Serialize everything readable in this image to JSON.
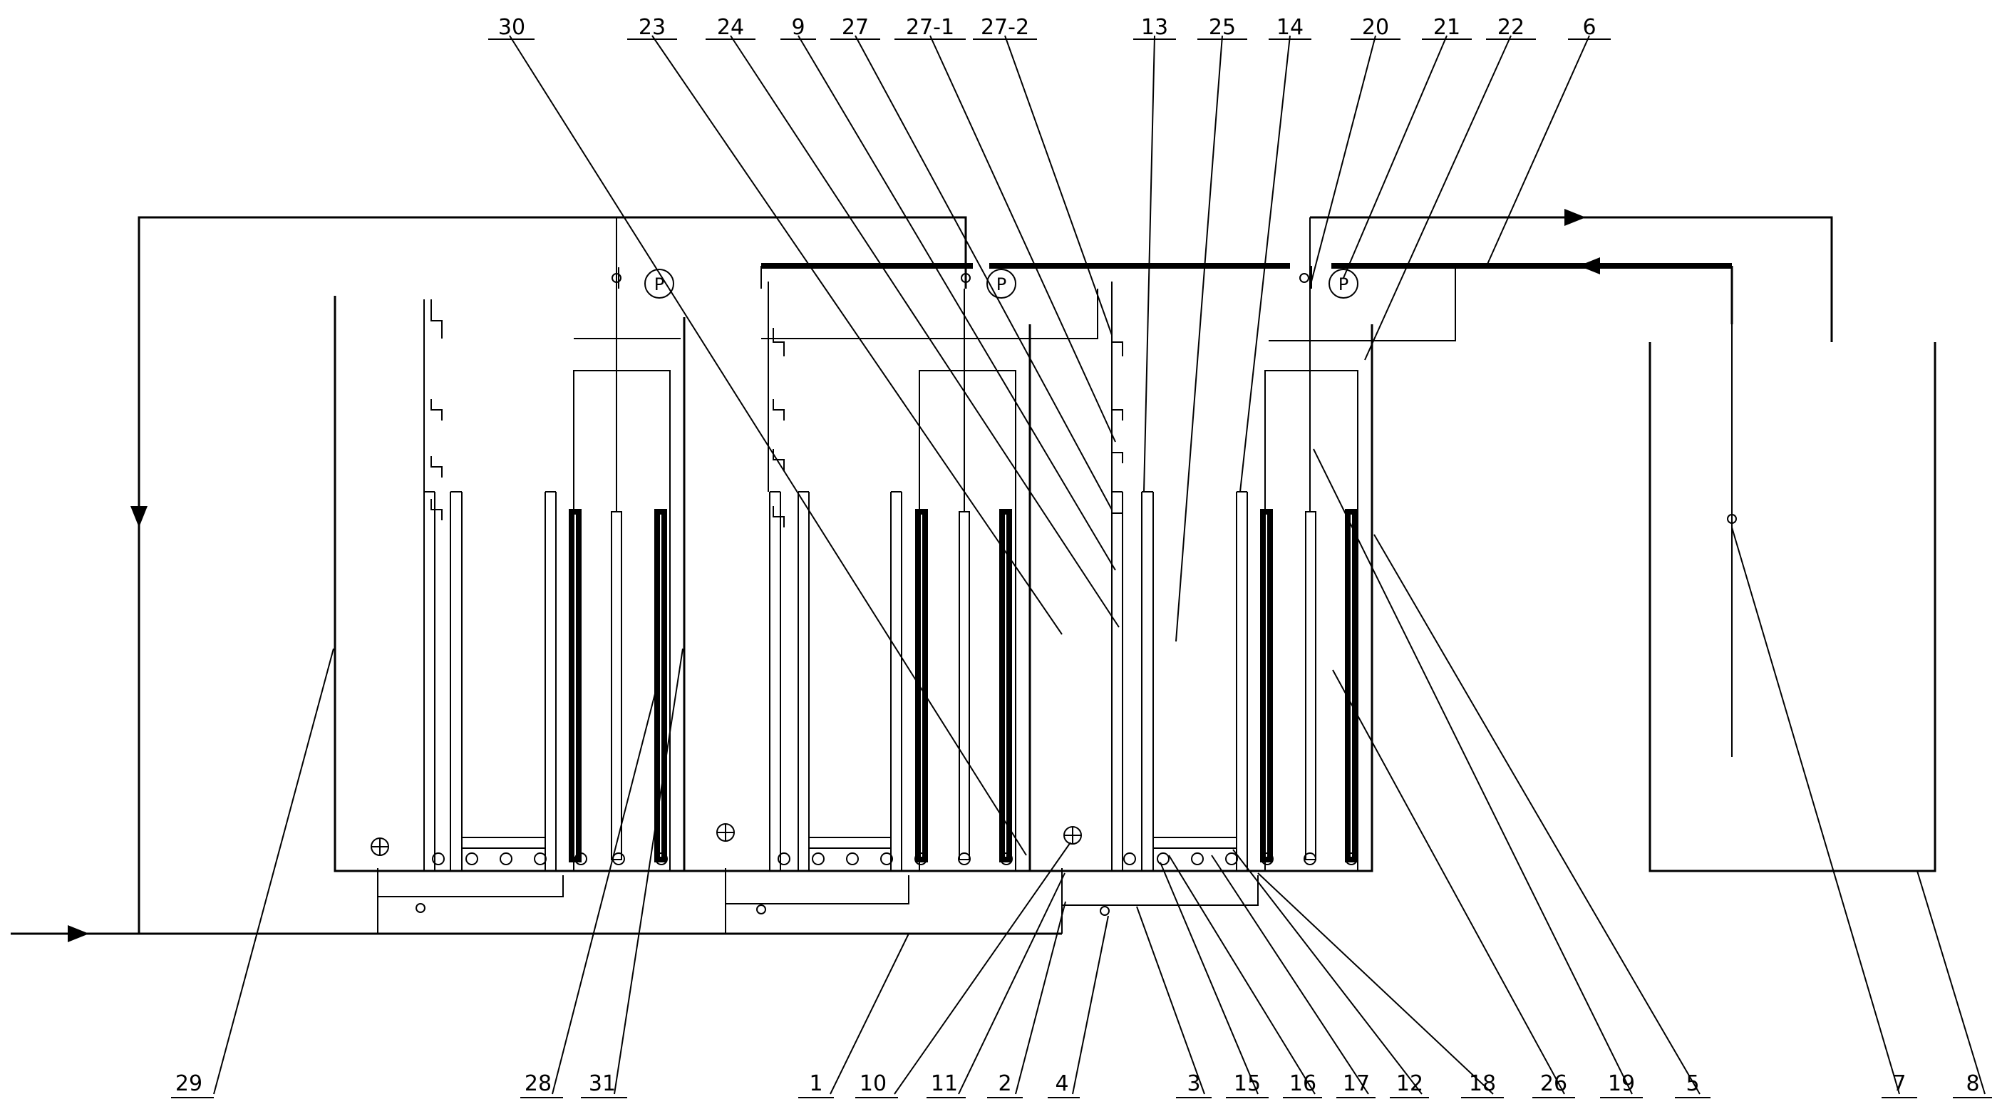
{
  "diagram": {
    "top_labels": [
      "30",
      "23",
      "24",
      "9",
      "27",
      "27-1",
      "27-2",
      "13",
      "25",
      "14",
      "20",
      "21",
      "22",
      "6"
    ],
    "bottom_labels": [
      "29",
      "28",
      "31",
      "1",
      "10",
      "11",
      "2",
      "4",
      "3",
      "15",
      "16",
      "17",
      "12",
      "18",
      "26",
      "19",
      "5",
      "7",
      "8"
    ],
    "symbols": {
      "pump": "P"
    }
  }
}
